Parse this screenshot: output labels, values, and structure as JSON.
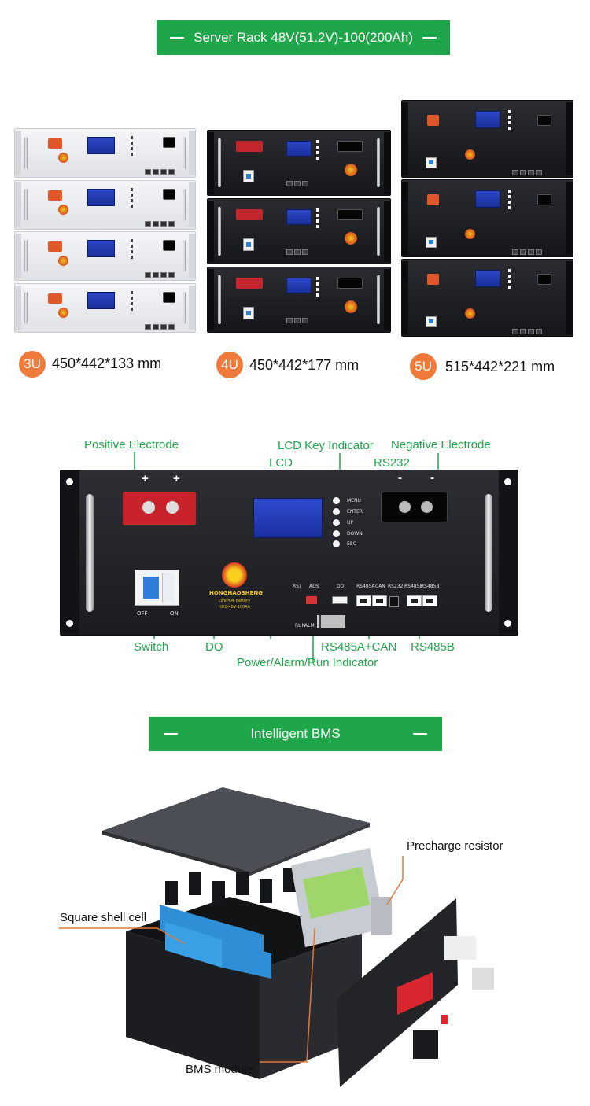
{
  "section1": {
    "title": "Server Rack 48V(51.2V)-100(200Ah)",
    "sizes": [
      {
        "badge": "3U",
        "dims": "450*442*133 mm"
      },
      {
        "badge": "4U",
        "dims": "450*442*177 mm"
      },
      {
        "badge": "5U",
        "dims": "515*442*221 mm"
      }
    ]
  },
  "section2": {
    "callouts": {
      "positive_electrode": "Positive Electrode",
      "lcd_key_indicator": "LCD Key Indicator",
      "negative_electrode": "Negative Electrode",
      "lcd": "LCD",
      "rs232": "RS232",
      "switch": "Switch",
      "do": "DO",
      "rs485a_can": "RS485A+CAN",
      "rs485b": "RS485B",
      "power_alarm_run": "Power/Alarm/Run Indicator"
    },
    "panel": {
      "plus_sign": "+",
      "minus_sign": "-",
      "keys": [
        "MENU",
        "ENTER",
        "UP",
        "DOWN",
        "ESC"
      ],
      "switch_off": "OFF",
      "switch_on": "ON",
      "brand": "HONGHAOSHENG",
      "product": "LiFePO4 Battery",
      "model": "HHS-48V-100Ah",
      "rst": "RST",
      "adr": "ADS",
      "do": "DO",
      "port_labels": [
        "RS485A",
        "CAN",
        "RS232",
        "RS485B",
        "RS485B"
      ],
      "run": "RUN",
      "alm": "ALM"
    }
  },
  "section3": {
    "title": "Intelligent BMS",
    "labels": {
      "precharge_resistor": "Precharge resistor",
      "square_shell_cell": "Square shell cell",
      "bms_module": "BMS module"
    }
  }
}
